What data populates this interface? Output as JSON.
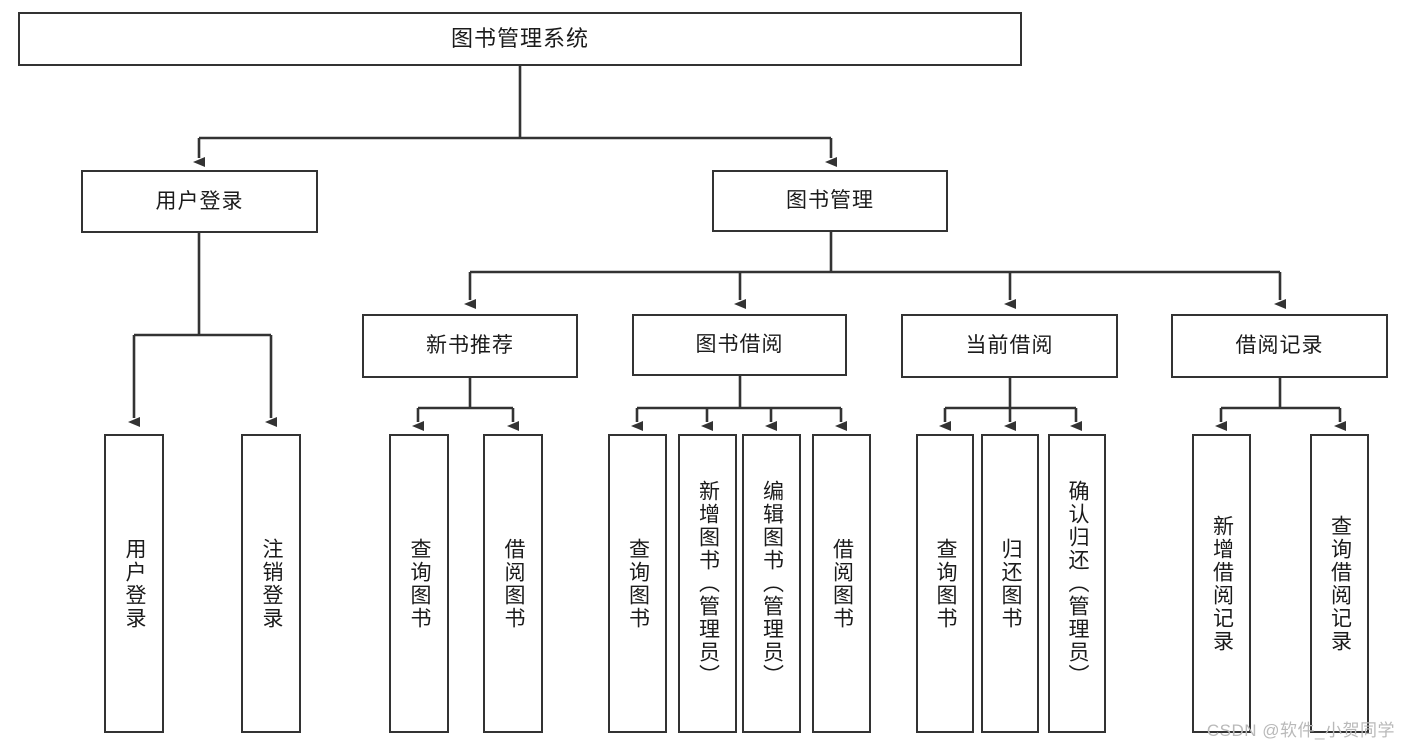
{
  "diagram": {
    "title": "图书管理系统",
    "watermark": "CSDN @软件_小贺同学",
    "root": {
      "label": "图书管理系统"
    },
    "level1": [
      {
        "label": "用户登录"
      },
      {
        "label": "图书管理"
      }
    ],
    "level2": [
      {
        "label": "新书推荐"
      },
      {
        "label": "图书借阅"
      },
      {
        "label": "当前借阅"
      },
      {
        "label": "借阅记录"
      }
    ],
    "leaves": {
      "user_login": [
        {
          "label": "用户登录"
        },
        {
          "label": "注销登录"
        }
      ],
      "new_book_recommend": [
        {
          "label": "查询图书"
        },
        {
          "label": "借阅图书"
        }
      ],
      "book_borrow": [
        {
          "label": "查询图书"
        },
        {
          "label": "新增图书（管理员）"
        },
        {
          "label": "编辑图书（管理员）"
        },
        {
          "label": "借阅图书"
        }
      ],
      "current_borrow": [
        {
          "label": "查询图书"
        },
        {
          "label": "归还图书"
        },
        {
          "label": "确认归还（管理员）"
        }
      ],
      "borrow_records": [
        {
          "label": "新增借阅记录"
        },
        {
          "label": "查询借阅记录"
        }
      ]
    },
    "colors": {
      "stroke": "#333333",
      "background": "#ffffff",
      "text": "#1b1b1b",
      "watermark": "#b9b9b9"
    }
  }
}
